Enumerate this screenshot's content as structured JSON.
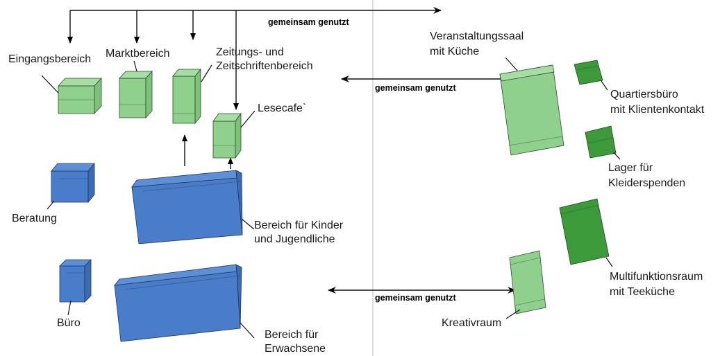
{
  "labels": {
    "eingang": "Eingangsbereich",
    "markt": "Marktbereich",
    "zeitung_1": "Zeitungs- und",
    "zeitung_2": "Zeitschriftenbereich",
    "lesecafe": "Lesecafe`",
    "beratung": "Beratung",
    "kinder_1": "Bereich für Kinder",
    "kinder_2": "und Jugendliche",
    "buero": "Büro",
    "erwachsene_1": "Bereich für",
    "erwachsene_2": "Erwachsene",
    "saal_1": "Veranstaltungssaal",
    "saal_2": "mit Küche",
    "quartier_1": "Quartiersbüro",
    "quartier_2": "mit Klientenkontakt",
    "lager_1": "Lager für",
    "lager_2": "Kleiderspenden",
    "multi_1": "Multifunktionsraum",
    "multi_2": "mit Teeküche",
    "kreativ": "Kreativraum"
  },
  "shared_use": {
    "top": "gemeinsam genutzt",
    "middle": "gemeinsam genutzt",
    "bottom": "gemeinsam genutzt"
  },
  "colors": {
    "light_green": "#8fd18c",
    "dark_green": "#3d9a3b",
    "blue": "#4a7dc9",
    "divider": "#b8b8b8"
  }
}
